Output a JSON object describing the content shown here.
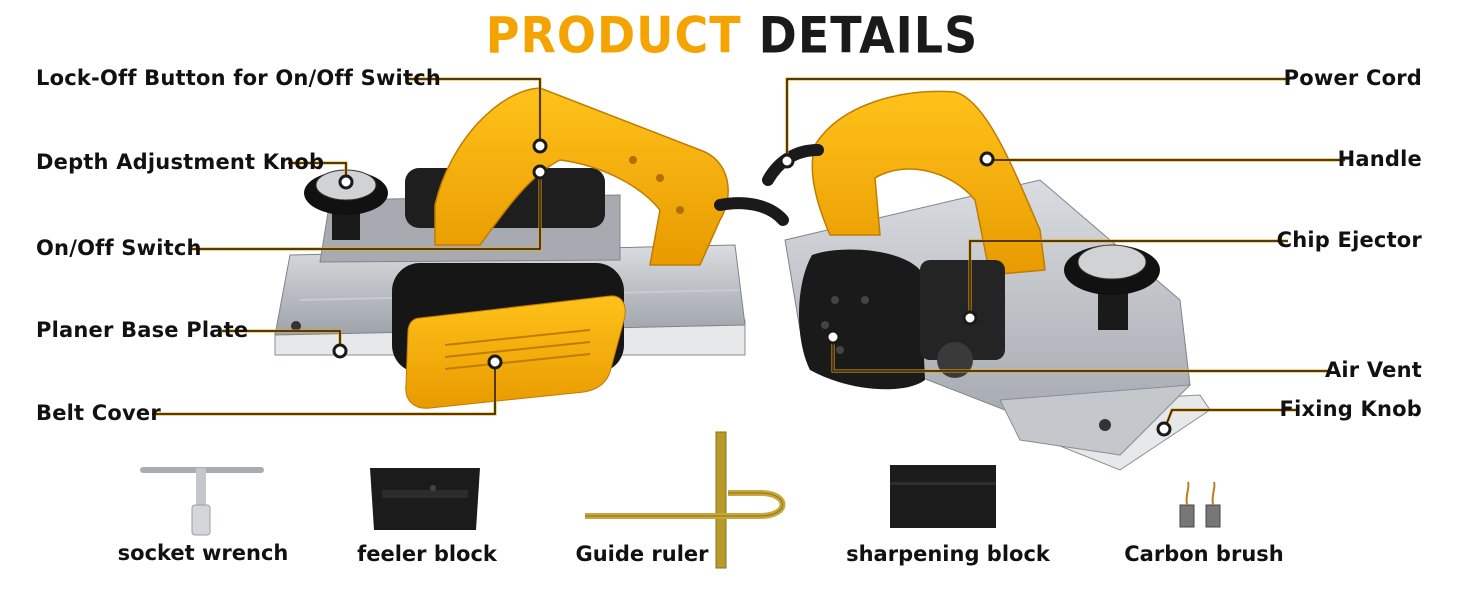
{
  "title": {
    "part1": "PRODUCT",
    "part2": "DETAILS"
  },
  "colors": {
    "accent": "#f5a300",
    "dark": "#1a1a1a",
    "silver": "#b8bcc2"
  },
  "left_callouts": [
    "Lock-Off Button for On/Off Switch",
    "Depth Adjustment Knob",
    "On/Off Switch",
    "Planer Base Plate",
    "Belt Cover"
  ],
  "right_callouts": [
    "Power Cord",
    "Handle",
    "Chip Ejector",
    "Air Vent",
    "Fixing Knob"
  ],
  "accessories": [
    "socket wrench",
    "feeler block",
    "Guide ruler",
    "sharpening block",
    "Carbon brush"
  ]
}
